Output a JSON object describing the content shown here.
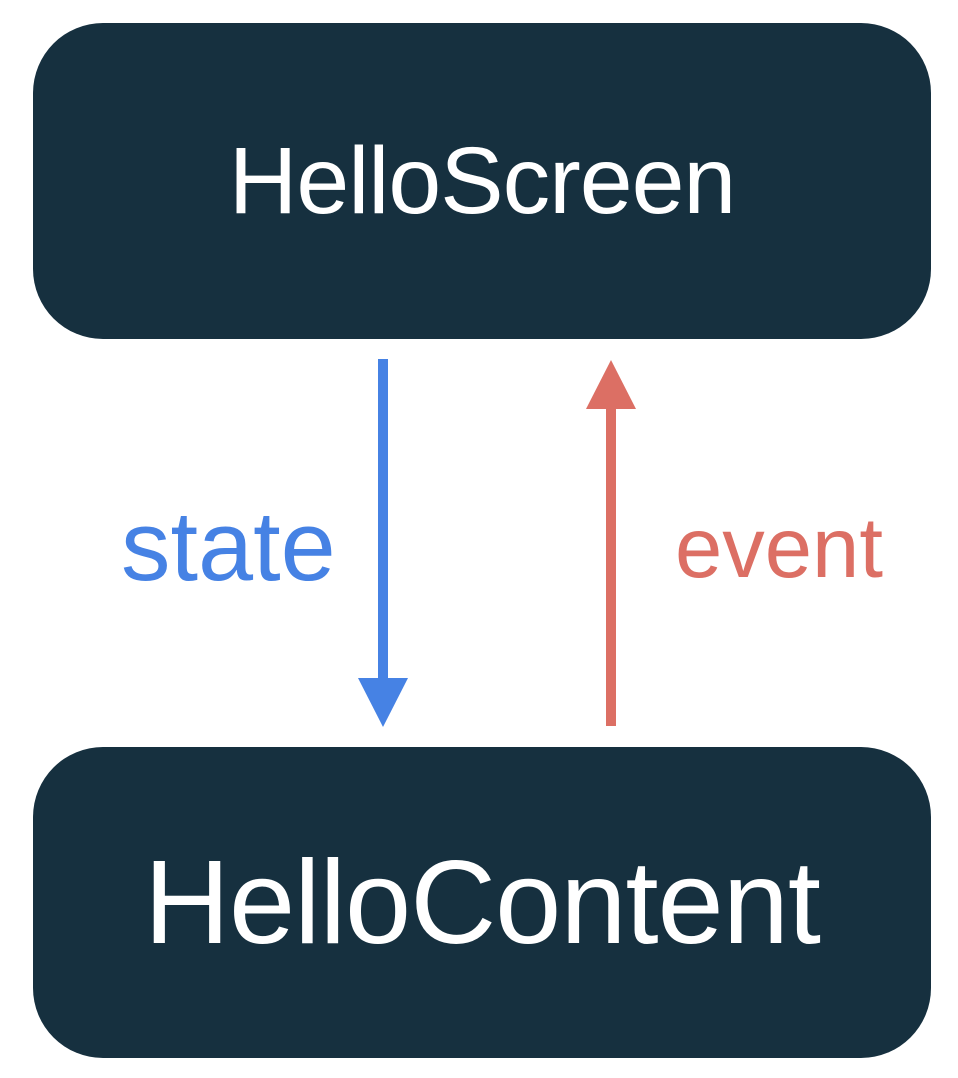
{
  "diagram": {
    "type": "component-communication-diagram",
    "background_color": "#FFFFFF",
    "nodes": [
      {
        "id": "hello-screen",
        "label": "HelloScreen",
        "fill": "#16303F",
        "text_color": "#FFFFFF"
      },
      {
        "id": "hello-content",
        "label": "HelloContent",
        "fill": "#16303F",
        "text_color": "#FFFFFF"
      }
    ],
    "arrows": [
      {
        "id": "state-arrow",
        "label": "state",
        "color": "#4682E4",
        "direction": "down",
        "from": "HelloScreen",
        "to": "HelloContent"
      },
      {
        "id": "event-arrow",
        "label": "event",
        "color": "#DC6F64",
        "direction": "up",
        "from": "HelloContent",
        "to": "HelloScreen"
      }
    ]
  }
}
